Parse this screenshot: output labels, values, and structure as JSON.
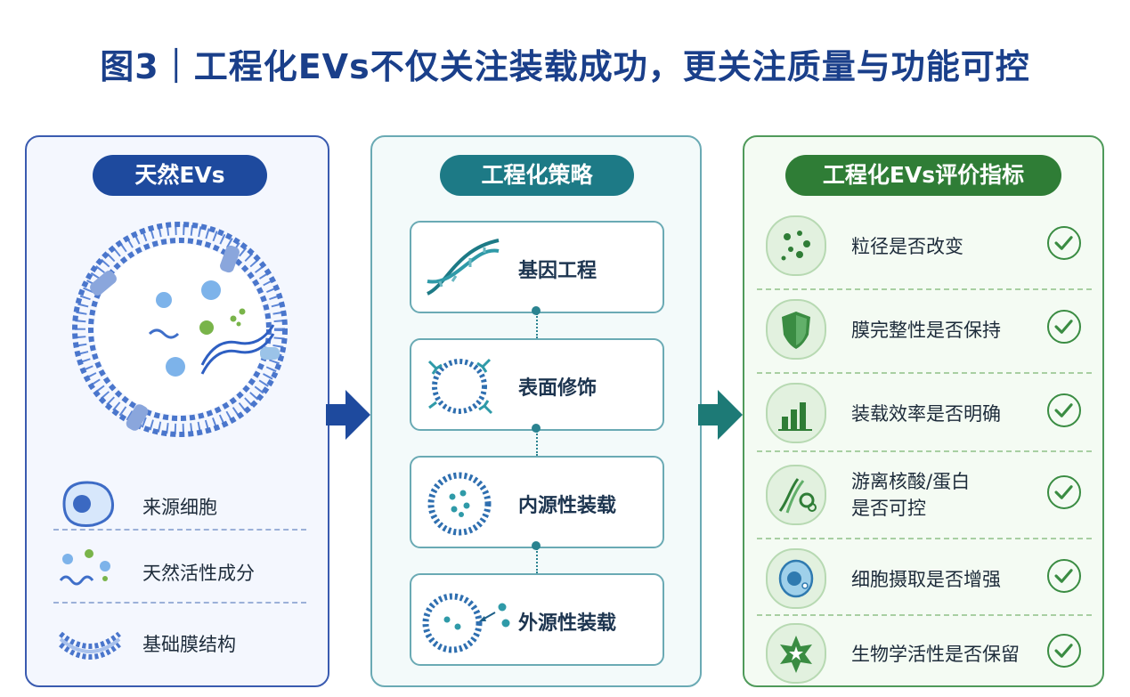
{
  "title": "图3｜工程化EVs不仅关注装载成功，更关注质量与功能可控",
  "panels": {
    "natural": {
      "header": "天然EVs",
      "items": [
        {
          "label": "来源细胞",
          "icon": "cell-icon"
        },
        {
          "label": "天然活性成分",
          "icon": "bioactive-molecules-icon"
        },
        {
          "label": "基础膜结构",
          "icon": "lipid-membrane-icon"
        }
      ]
    },
    "strategy": {
      "header": "工程化策略",
      "items": [
        {
          "label": "基因工程",
          "icon": "dna-icon"
        },
        {
          "label": "表面修饰",
          "icon": "surface-modified-vesicle-icon"
        },
        {
          "label": "内源性装载",
          "icon": "endogenous-loading-icon"
        },
        {
          "label": "外源性装载",
          "icon": "exogenous-loading-icon"
        }
      ]
    },
    "metrics": {
      "header": "工程化EVs评价指标",
      "items": [
        {
          "label": "粒径是否改变",
          "icon": "particles-icon"
        },
        {
          "label": "膜完整性是否保持",
          "icon": "shield-icon"
        },
        {
          "label": "装载效率是否明确",
          "icon": "bar-chart-icon"
        },
        {
          "label_line1": "游离核酸/蛋白",
          "label_line2": "是否可控",
          "icon": "dna-protein-icon"
        },
        {
          "label": "细胞摄取是否增强",
          "icon": "cell-uptake-icon"
        },
        {
          "label": "生物学活性是否保留",
          "icon": "star-cell-icon"
        }
      ]
    }
  },
  "colors": {
    "title": "#1a3f8a",
    "natural_accent": "#1e4a9e",
    "strategy_accent": "#1d7a86",
    "metrics_accent": "#2f7d36"
  }
}
